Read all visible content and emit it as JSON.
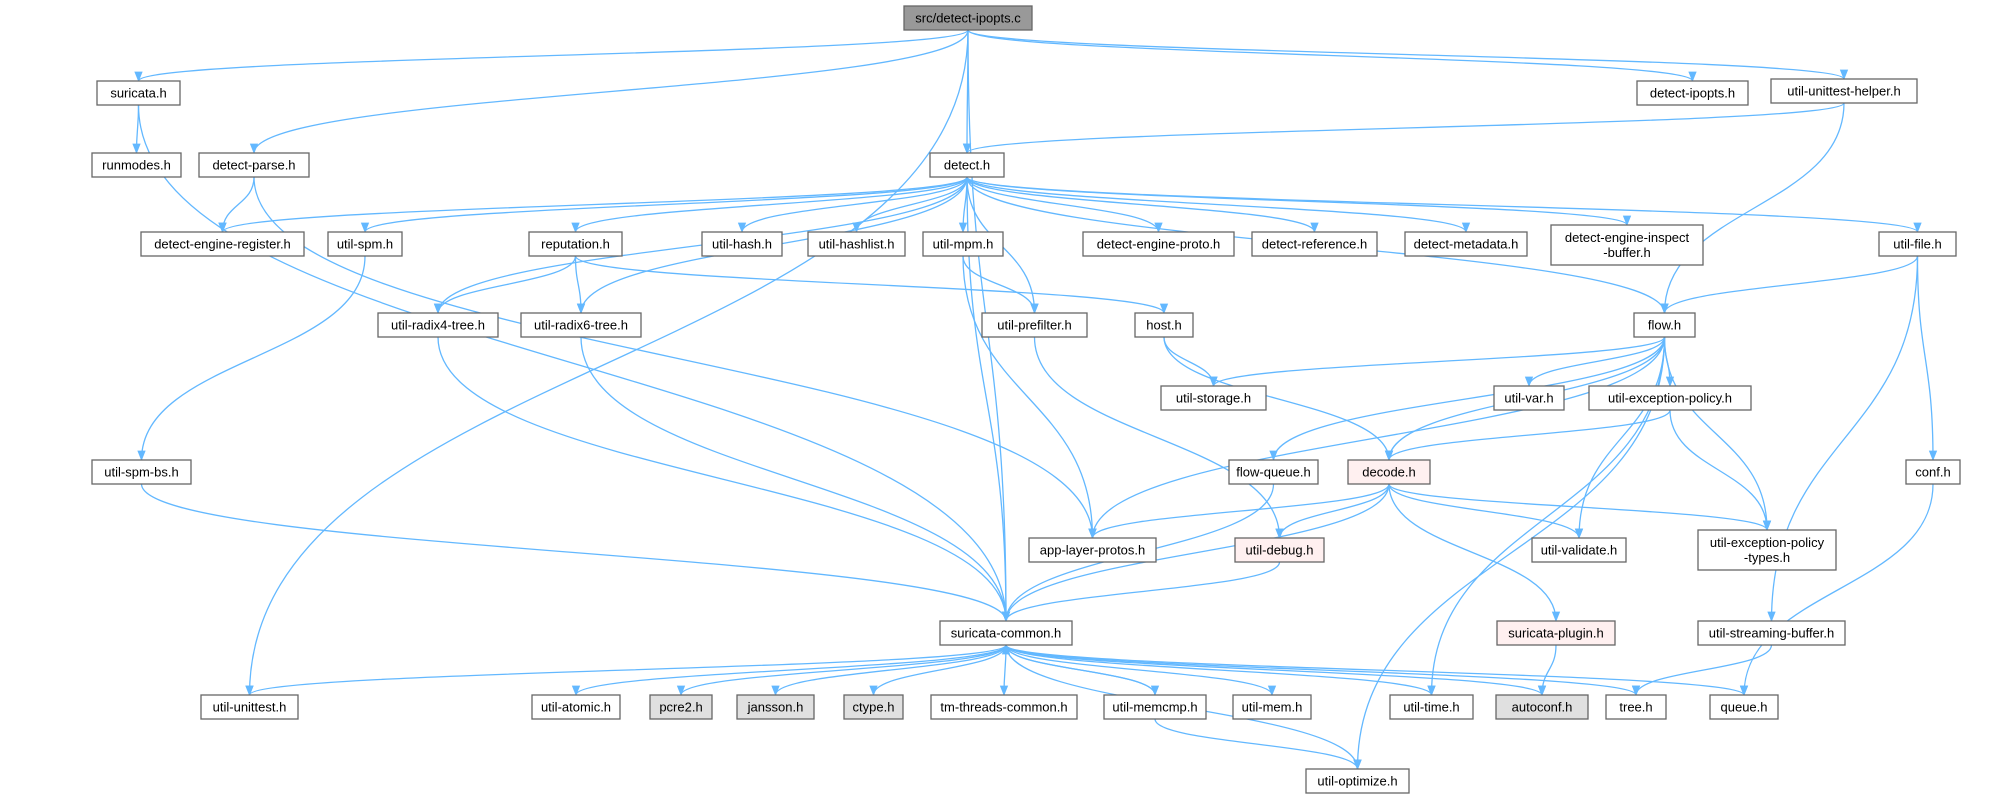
{
  "colors": {
    "edge": "#63b8ff",
    "node_fill": "#ffffff",
    "node_border": "#666666",
    "root_fill": "#999999",
    "external_fill": "#e0e0e0",
    "truncated_border": "#ff0000",
    "truncated_fill": "#fff0f0"
  },
  "nodes": [
    {
      "id": "root",
      "label": "src/detect-ipopts.c",
      "kind": "root"
    },
    {
      "id": "suricata",
      "label": "suricata.h",
      "kind": "normal"
    },
    {
      "id": "detect_ipopts",
      "label": "detect-ipopts.h",
      "kind": "normal"
    },
    {
      "id": "unittest_helper",
      "label": "util-unittest-helper.h",
      "kind": "normal"
    },
    {
      "id": "runmodes",
      "label": "runmodes.h",
      "kind": "normal"
    },
    {
      "id": "detect_parse",
      "label": "detect-parse.h",
      "kind": "normal"
    },
    {
      "id": "detect",
      "label": "detect.h",
      "kind": "normal"
    },
    {
      "id": "engine_register",
      "label": "detect-engine-register.h",
      "kind": "normal"
    },
    {
      "id": "util_spm",
      "label": "util-spm.h",
      "kind": "normal"
    },
    {
      "id": "reputation",
      "label": "reputation.h",
      "kind": "normal"
    },
    {
      "id": "util_hash",
      "label": "util-hash.h",
      "kind": "normal"
    },
    {
      "id": "util_hashlist",
      "label": "util-hashlist.h",
      "kind": "normal"
    },
    {
      "id": "util_mpm",
      "label": "util-mpm.h",
      "kind": "normal"
    },
    {
      "id": "engine_proto",
      "label": "detect-engine-proto.h",
      "kind": "normal"
    },
    {
      "id": "detect_reference",
      "label": "detect-reference.h",
      "kind": "normal"
    },
    {
      "id": "detect_metadata",
      "label": "detect-metadata.h",
      "kind": "normal"
    },
    {
      "id": "engine_inspect",
      "label": "detect-engine-inspect\n-buffer.h",
      "kind": "normal"
    },
    {
      "id": "util_file",
      "label": "util-file.h",
      "kind": "normal"
    },
    {
      "id": "radix4",
      "label": "util-radix4-tree.h",
      "kind": "normal"
    },
    {
      "id": "radix6",
      "label": "util-radix6-tree.h",
      "kind": "normal"
    },
    {
      "id": "prefilter",
      "label": "util-prefilter.h",
      "kind": "normal"
    },
    {
      "id": "host",
      "label": "host.h",
      "kind": "normal"
    },
    {
      "id": "flow",
      "label": "flow.h",
      "kind": "normal"
    },
    {
      "id": "storage",
      "label": "util-storage.h",
      "kind": "normal"
    },
    {
      "id": "util_var",
      "label": "util-var.h",
      "kind": "normal"
    },
    {
      "id": "exception_policy",
      "label": "util-exception-policy.h",
      "kind": "normal"
    },
    {
      "id": "util_spm_bs",
      "label": "util-spm-bs.h",
      "kind": "normal"
    },
    {
      "id": "flow_queue",
      "label": "flow-queue.h",
      "kind": "normal"
    },
    {
      "id": "decode",
      "label": "decode.h",
      "kind": "truncated"
    },
    {
      "id": "conf",
      "label": "conf.h",
      "kind": "normal"
    },
    {
      "id": "app_layer_protos",
      "label": "app-layer-protos.h",
      "kind": "normal"
    },
    {
      "id": "util_debug",
      "label": "util-debug.h",
      "kind": "truncated"
    },
    {
      "id": "util_validate",
      "label": "util-validate.h",
      "kind": "normal"
    },
    {
      "id": "exception_policy_types",
      "label": "util-exception-policy\n-types.h",
      "kind": "normal"
    },
    {
      "id": "suricata_common",
      "label": "suricata-common.h",
      "kind": "normal"
    },
    {
      "id": "suricata_plugin",
      "label": "suricata-plugin.h",
      "kind": "truncated"
    },
    {
      "id": "streaming_buffer",
      "label": "util-streaming-buffer.h",
      "kind": "normal"
    },
    {
      "id": "util_unittest",
      "label": "util-unittest.h",
      "kind": "normal"
    },
    {
      "id": "util_atomic",
      "label": "util-atomic.h",
      "kind": "normal"
    },
    {
      "id": "pcre2",
      "label": "pcre2.h",
      "kind": "external"
    },
    {
      "id": "jansson",
      "label": "jansson.h",
      "kind": "external"
    },
    {
      "id": "ctype",
      "label": "ctype.h",
      "kind": "external"
    },
    {
      "id": "tm_threads_common",
      "label": "tm-threads-common.h",
      "kind": "normal"
    },
    {
      "id": "util_memcmp",
      "label": "util-memcmp.h",
      "kind": "normal"
    },
    {
      "id": "util_mem",
      "label": "util-mem.h",
      "kind": "normal"
    },
    {
      "id": "util_time",
      "label": "util-time.h",
      "kind": "normal"
    },
    {
      "id": "autoconf",
      "label": "autoconf.h",
      "kind": "external"
    },
    {
      "id": "tree",
      "label": "tree.h",
      "kind": "normal"
    },
    {
      "id": "queue",
      "label": "queue.h",
      "kind": "normal"
    },
    {
      "id": "util_optimize",
      "label": "util-optimize.h",
      "kind": "normal"
    }
  ],
  "edges": [
    [
      "root",
      "suricata"
    ],
    [
      "root",
      "util_unittest"
    ],
    [
      "root",
      "detect_parse"
    ],
    [
      "root",
      "detect"
    ],
    [
      "root",
      "suricata_common"
    ],
    [
      "root",
      "detect_ipopts"
    ],
    [
      "root",
      "unittest_helper"
    ],
    [
      "suricata",
      "runmodes"
    ],
    [
      "suricata",
      "suricata_common"
    ],
    [
      "unittest_helper",
      "detect"
    ],
    [
      "unittest_helper",
      "flow"
    ],
    [
      "detect_parse",
      "engine_register"
    ],
    [
      "detect_parse",
      "app_layer_protos"
    ],
    [
      "detect",
      "engine_register"
    ],
    [
      "detect",
      "util_spm"
    ],
    [
      "detect",
      "radix4"
    ],
    [
      "detect",
      "radix6"
    ],
    [
      "detect",
      "suricata_common"
    ],
    [
      "detect",
      "reputation"
    ],
    [
      "detect",
      "util_hash"
    ],
    [
      "detect",
      "util_hashlist"
    ],
    [
      "detect",
      "util_mpm"
    ],
    [
      "detect",
      "prefilter"
    ],
    [
      "detect",
      "engine_proto"
    ],
    [
      "detect",
      "detect_reference"
    ],
    [
      "detect",
      "detect_metadata"
    ],
    [
      "detect",
      "engine_inspect"
    ],
    [
      "detect",
      "util_file"
    ],
    [
      "detect",
      "flow"
    ],
    [
      "util_spm",
      "util_spm_bs"
    ],
    [
      "util_spm_bs",
      "suricata_common"
    ],
    [
      "reputation",
      "radix4"
    ],
    [
      "reputation",
      "radix6"
    ],
    [
      "reputation",
      "host"
    ],
    [
      "radix4",
      "suricata_common"
    ],
    [
      "radix6",
      "suricata_common"
    ],
    [
      "util_mpm",
      "prefilter"
    ],
    [
      "util_mpm",
      "app_layer_protos"
    ],
    [
      "prefilter",
      "util_debug"
    ],
    [
      "host",
      "storage"
    ],
    [
      "host",
      "decode"
    ],
    [
      "util_file",
      "flow"
    ],
    [
      "util_file",
      "conf"
    ],
    [
      "util_file",
      "streaming_buffer"
    ],
    [
      "flow",
      "storage"
    ],
    [
      "flow",
      "util_var"
    ],
    [
      "flow",
      "exception_policy"
    ],
    [
      "flow",
      "decode"
    ],
    [
      "flow",
      "flow_queue"
    ],
    [
      "flow",
      "app_layer_protos"
    ],
    [
      "flow",
      "util_validate"
    ],
    [
      "flow",
      "exception_policy_types"
    ],
    [
      "flow",
      "util_time"
    ],
    [
      "flow",
      "util_optimize"
    ],
    [
      "exception_policy",
      "decode"
    ],
    [
      "exception_policy",
      "exception_policy_types"
    ],
    [
      "flow_queue",
      "suricata_common"
    ],
    [
      "decode",
      "app_layer_protos"
    ],
    [
      "decode",
      "util_debug"
    ],
    [
      "decode",
      "util_validate"
    ],
    [
      "decode",
      "exception_policy_types"
    ],
    [
      "decode",
      "suricata_common"
    ],
    [
      "decode",
      "suricata_plugin"
    ],
    [
      "util_debug",
      "suricata_common"
    ],
    [
      "conf",
      "queue"
    ],
    [
      "suricata_plugin",
      "autoconf"
    ],
    [
      "streaming_buffer",
      "tree"
    ],
    [
      "suricata_common",
      "util_unittest"
    ],
    [
      "suricata_common",
      "util_atomic"
    ],
    [
      "suricata_common",
      "pcre2"
    ],
    [
      "suricata_common",
      "jansson"
    ],
    [
      "suricata_common",
      "ctype"
    ],
    [
      "suricata_common",
      "tm_threads_common"
    ],
    [
      "suricata_common",
      "util_memcmp"
    ],
    [
      "suricata_common",
      "util_mem"
    ],
    [
      "suricata_common",
      "util_time"
    ],
    [
      "suricata_common",
      "autoconf"
    ],
    [
      "suricata_common",
      "tree"
    ],
    [
      "suricata_common",
      "queue"
    ],
    [
      "suricata_common",
      "util_optimize"
    ],
    [
      "util_memcmp",
      "suricata_common"
    ],
    [
      "util_memcmp",
      "util_optimize"
    ]
  ]
}
